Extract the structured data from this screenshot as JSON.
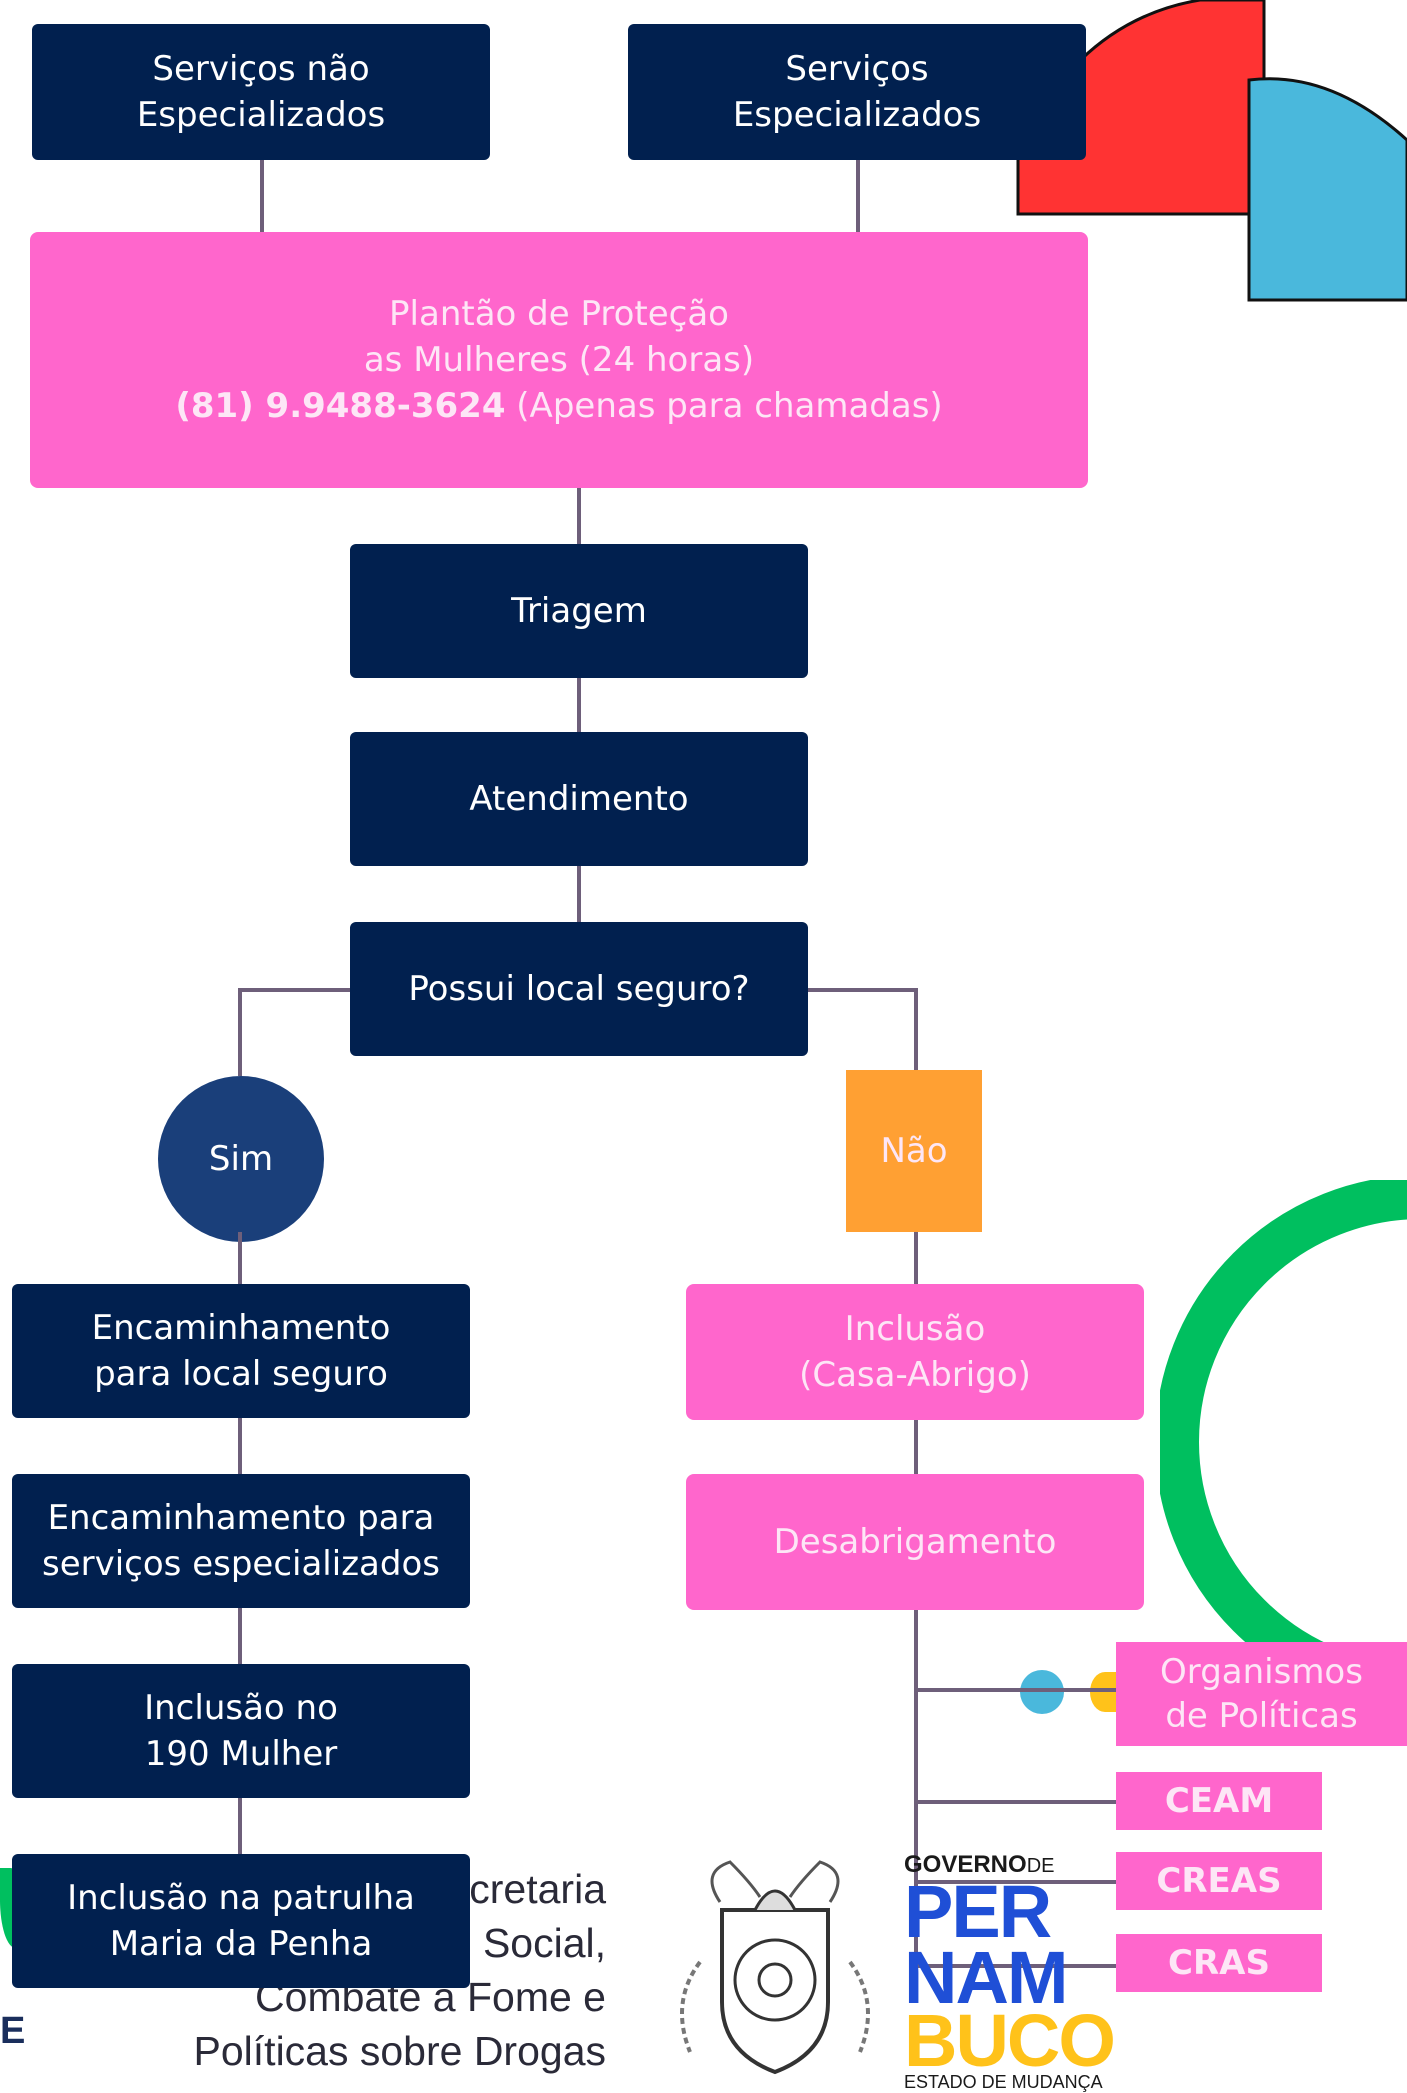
{
  "top_boxes": {
    "nao_especializados": "Serviços não\nEspecializados",
    "especializados": "Serviços\nEspecializados"
  },
  "plantao": {
    "line1": "Plantão de Proteção",
    "line2": "as Mulheres (24 horas)",
    "phone": "(81) 9.9488-3624",
    "phone_note": " (Apenas para chamadas)"
  },
  "flow": {
    "triagem": "Triagem",
    "atendimento": "Atendimento",
    "pergunta": "Possui local seguro?",
    "sim": "Sim",
    "nao": "Não"
  },
  "sim_branch": [
    "Encaminhamento\npara local seguro",
    "Encaminhamento para\nserviços especializados",
    "Inclusão no\n190 Mulher",
    "Inclusão na patrulha\nMaria da Penha"
  ],
  "nao_branch": [
    "Inclusão\n(Casa-Abrigo)",
    "Desabrigamento"
  ],
  "services": {
    "organismos": "Organismos\nde Políticas",
    "ceam": "CEAM",
    "creas": "CREAS",
    "cras": "CRAS"
  },
  "footer": {
    "secretaria_text": "cretaria\nSocial,\nCombate a Fome e\nPolíticas sobre Drogas",
    "left_letter": "E",
    "logo_governo": "GOVERNO",
    "logo_de": "DE",
    "logo_per": "PER",
    "logo_nam": "NAM",
    "logo_buco": "BUCO",
    "logo_tagline": "ESTADO DE MUDANÇA"
  },
  "colors": {
    "navy": "#01204f",
    "pink": "#ff66cc",
    "orange": "#ffa033",
    "sim_circle": "#1a3f7a",
    "deco_red": "#ff3333",
    "deco_blue": "#4ab8dc",
    "deco_green": "#00bf5f"
  }
}
